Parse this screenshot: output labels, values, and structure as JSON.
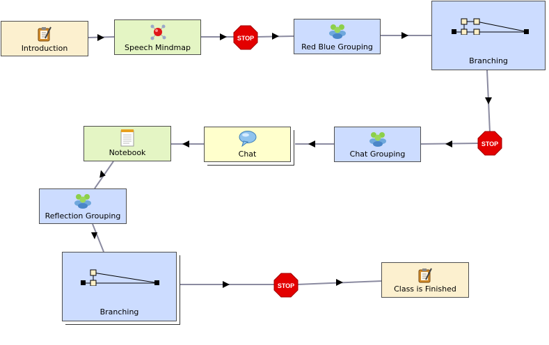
{
  "nodes": {
    "introduction": {
      "label": "Introduction",
      "icon": "notepad-icon"
    },
    "speech_mindmap": {
      "label": "Speech Mindmap",
      "icon": "mindmap-icon"
    },
    "red_blue_grouping": {
      "label": "Red Blue Grouping",
      "icon": "group-icon"
    },
    "branching_top": {
      "label": "Branching",
      "icon": "branching-icon"
    },
    "chat_grouping": {
      "label": "Chat Grouping",
      "icon": "group-icon"
    },
    "chat": {
      "label": "Chat",
      "icon": "speech-bubble-icon"
    },
    "notebook": {
      "label": "Notebook",
      "icon": "notebook-icon"
    },
    "reflection_grouping": {
      "label": "Reflection Grouping",
      "icon": "group-icon"
    },
    "branching_bottom": {
      "label": "Branching",
      "icon": "branching-icon"
    },
    "class_finished": {
      "label": "Class is Finished",
      "icon": "notepad-icon"
    }
  },
  "stop_label": "STOP",
  "colors": {
    "tool": "#fcf0cf",
    "mindmap": "#e4f5c4",
    "group": "#ccdcff",
    "chat": "#ffffcc",
    "stop": "#e30000",
    "connector": "#8a8aa0"
  }
}
